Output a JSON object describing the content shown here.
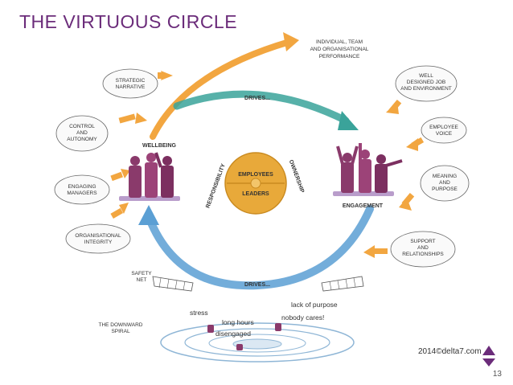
{
  "header": {
    "title": "THE VIRTUOUS CIRCLE",
    "page_number": "13"
  },
  "footer": {
    "credit": "2014©delta7.com"
  },
  "clouds_left": [
    [
      "STRATEGIC",
      "NARRATIVE"
    ],
    [
      "CONTROL",
      "AND",
      "AUTONOMY"
    ],
    [
      "ENGAGING",
      "MANAGERS"
    ],
    [
      "ORGANISATIONAL",
      "INTEGRITY"
    ]
  ],
  "clouds_right": [
    [
      "WELL",
      "DESIGNED JOB",
      "AND ENVIRONMENT"
    ],
    [
      "EMPLOYEE",
      "VOICE"
    ],
    [
      "MEANING",
      "AND",
      "PURPOSE"
    ],
    [
      "SUPPORT",
      "AND",
      "RELATIONSHIPS"
    ]
  ],
  "top_label": [
    "INDIVIDUAL, TEAM",
    "AND ORGANISATIONAL",
    "PERFORMANCE"
  ],
  "wellbeing": "WELLBEING",
  "engagement": "ENGAGEMENT",
  "drives_top": "DRIVES...",
  "drives_bottom": "DRIVES...",
  "center": {
    "top": "EMPLOYEES",
    "bottom": "LEADERS",
    "left_arc": "RESPONSIBILITY",
    "right_arc": "OWNERSHIP"
  },
  "safety_net": [
    "SAFETY",
    "NET"
  ],
  "downward_spiral": [
    "THE DOWNWARD",
    "SPIRAL"
  ],
  "spiral_words": {
    "stress": "stress",
    "long_hours": "long hours",
    "disengaged": "disengaged",
    "lack_of_purpose": "lack of purpose",
    "nobody_cares": "nobody cares!"
  },
  "colors": {
    "title": "#6b2c7a",
    "orange": "#f0a040",
    "teal": "#3aa39a",
    "blue": "#5b9fd4",
    "purple": "#8a3a6b",
    "gold": "#e8a93a"
  }
}
